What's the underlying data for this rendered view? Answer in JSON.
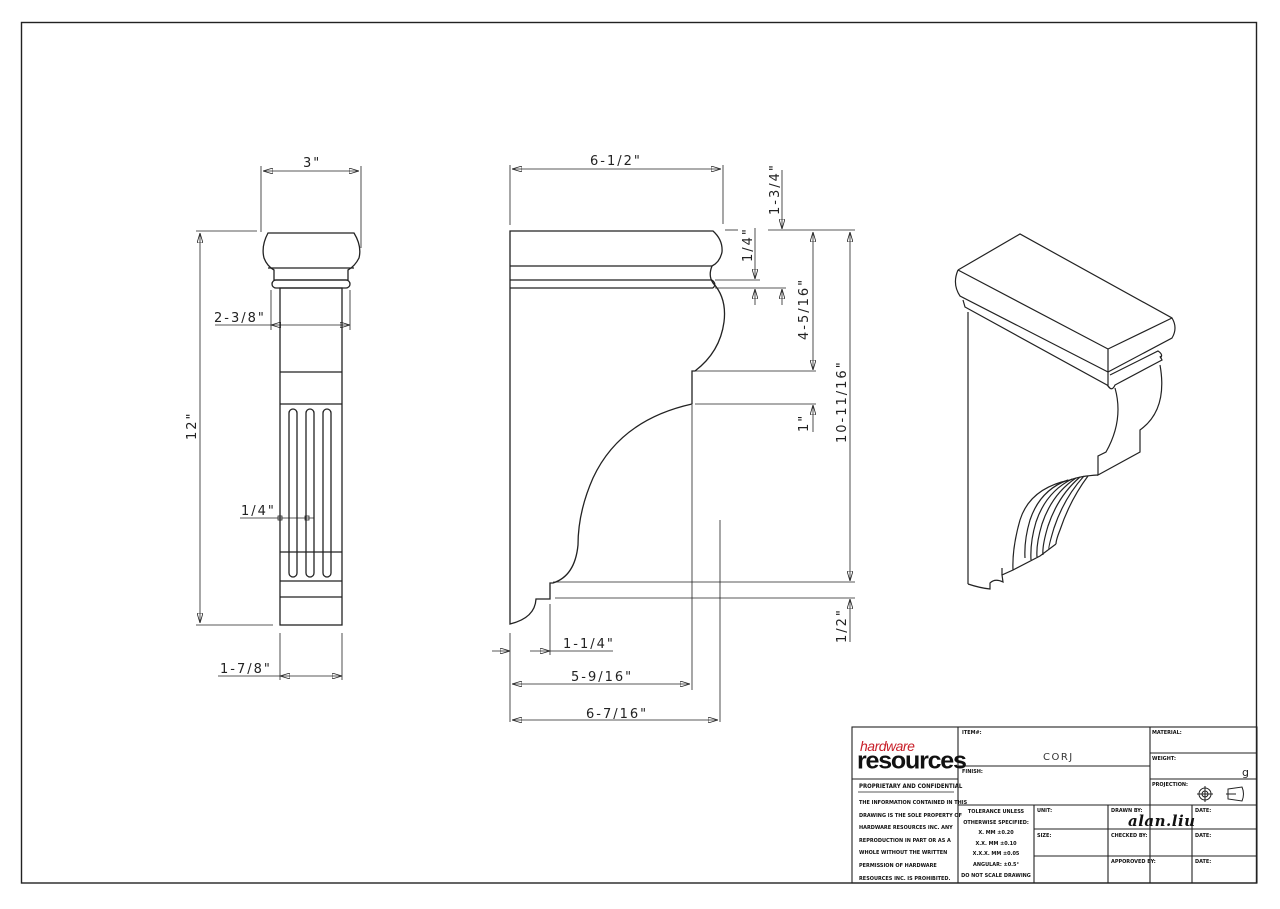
{
  "drawing": {
    "part_number": "CORJ",
    "views": {
      "side": {
        "dimensions": {
          "top_width": "3\"",
          "neck_width": "2-3/8\"",
          "height": "12\"",
          "flute_spacing": "1/4\"",
          "base_width": "1-7/8\""
        }
      },
      "front": {
        "dimensions": {
          "top_depth": "6-1/2\"",
          "top_cap": "1-3/4\"",
          "bead": "1/4\"",
          "upper_curve": "4-5/16\"",
          "step": "1\"",
          "body_height": "10-11/16\"",
          "bottom_step": "1/2\"",
          "bottom_offset": "1-1/4\"",
          "step_depth": "5-9/16\"",
          "overall_depth": "6-7/16\""
        }
      },
      "isometric": {
        "label": ""
      }
    }
  },
  "title_block": {
    "logo": {
      "top": "hardware",
      "bottom": "resources",
      "accent_color": "#c8202a"
    },
    "proprietary_heading": "PROPRIETARY AND CONFIDENTIAL",
    "proprietary_lines": [
      "THE INFORMATION CONTAINED IN THIS",
      "DRAWING IS THE SOLE PROPERTY OF",
      "HARDWARE RESOURCES INC.  ANY",
      "REPRODUCTION IN PART OR AS A",
      "WHOLE  WITHOUT THE WRITTEN",
      "PERMISSION OF HARDWARE",
      "RESOURCES INC. IS PROHIBITED."
    ],
    "item_label": "ITEM#:",
    "item_value": "CORJ",
    "finish_label": "FINISH:",
    "finish_value": "",
    "material_label": "MATERIAL:",
    "material_value": "",
    "weight_label": "WEIGHT:",
    "weight_value": "g",
    "projection_label": "PROJECTION:",
    "tolerance_lines": [
      "TOLERANCE UNLESS",
      "OTHERWISE SPECIFIED:",
      "X.   MM    ±0.20",
      "X.X.  MM    ±0.10",
      "X.X.X.  MM   ±0.05",
      "ANGULAR:    ±0.5°",
      "DO NOT SCALE DRAWING"
    ],
    "unit_label": "UNIT:",
    "size_label": "SIZE:",
    "drawn_by_label": "DRAWN BY:",
    "drawn_by_value": "alan.liu",
    "checked_by_label": "CHECKED BY:",
    "approved_by_label": "APPOROVED BY:",
    "date_label": "DATE:"
  }
}
